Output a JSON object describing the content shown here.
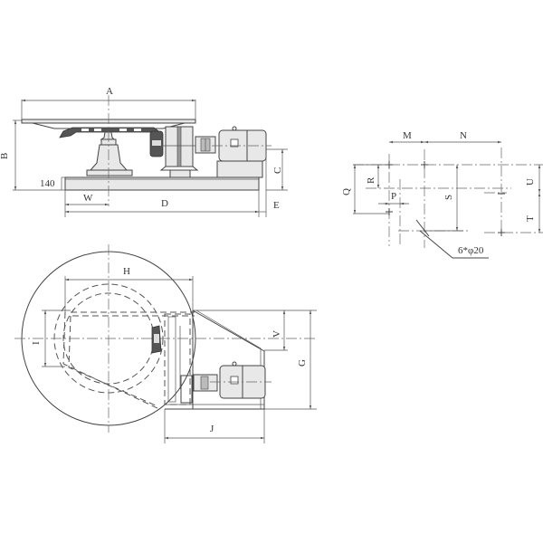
{
  "side_view": {
    "labels": {
      "A": "A",
      "B": "B",
      "C": "C",
      "D": "D",
      "E": "E",
      "W": "W",
      "base_height": "140"
    }
  },
  "bolt_pattern_view": {
    "labels": {
      "M": "M",
      "N": "N",
      "Q": "Q",
      "R": "R",
      "P": "P",
      "S": "S",
      "U": "U",
      "T": "T"
    },
    "hole_callout": "6*φ20"
  },
  "plan_view": {
    "labels": {
      "H": "H",
      "I": "I",
      "V": "V",
      "G": "G",
      "J": "J"
    }
  }
}
